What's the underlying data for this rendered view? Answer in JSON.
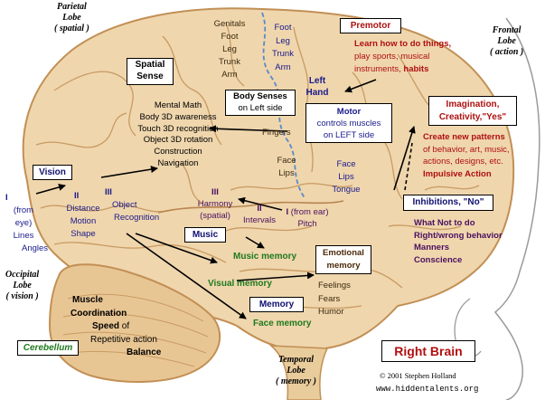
{
  "lobes": {
    "parietal": {
      "name": "Parietal",
      "name2": "Lobe",
      "role": "( spatial )"
    },
    "frontal": {
      "name": "Frontal",
      "name2": "Lobe",
      "role": "( action )"
    },
    "occipital": {
      "name": "Occipital",
      "name2": "Lobe",
      "role": "( vision )"
    },
    "temporal": {
      "name": "Temporal",
      "name2": "Lobe",
      "role": "( memory )"
    }
  },
  "spatial_sense": {
    "line1": "Spatial",
    "line2": "Sense"
  },
  "spatial_items": [
    "Mental Math",
    "Body 3D awareness",
    "Touch 3D recognition",
    "Object 3D rotation",
    "Construction",
    "Navigation"
  ],
  "sensory_body": [
    "Genitals",
    "Foot",
    "Leg",
    "Trunk",
    "Arm"
  ],
  "motor_body": [
    "Foot",
    "Leg",
    "Trunk",
    "Arm"
  ],
  "left_hand": {
    "line1": "Left",
    "line2": "Hand"
  },
  "body_senses": {
    "title": "Body Senses",
    "subtitle": "on Left side"
  },
  "fingers": "Fingers",
  "face_lips_sensory": [
    "Face",
    "Lips"
  ],
  "motor": {
    "title": "Motor",
    "line2": "controls muscles",
    "line3": "on LEFT side"
  },
  "face_lips_motor": [
    "Face",
    "Lips",
    "Tongue"
  ],
  "premotor": {
    "title": "Premotor",
    "line1": "Learn how to do things,",
    "line2": "play sports, musical",
    "line3a": "instruments, ",
    "line3b": "habits"
  },
  "imagination": {
    "title": "Imagination,",
    "title2": "Creativity,\"Yes\""
  },
  "create_patterns": [
    "Create new patterns",
    "of behavior, art, music,",
    "actions, designs, etc."
  ],
  "impulsive": "Impulsive Action",
  "inhibitions": {
    "title": "Inhibitions, \"No\""
  },
  "inhibition_items": [
    "What Not to do",
    "Right/wrong behavior",
    "Manners",
    "Conscience"
  ],
  "vision": {
    "title": "Vision"
  },
  "vision_I": {
    "numeral": "I",
    "line1": "(from eye)",
    "line2": "Lines",
    "line3": "Angles"
  },
  "vision_II": {
    "numeral": "II",
    "line1": "Distance",
    "line2": "Motion",
    "line3": "Shape"
  },
  "vision_III": {
    "numeral": "III",
    "line1": "Object",
    "line2": "Recognition"
  },
  "audio_III": {
    "numeral": "III",
    "line1": "Harmony",
    "line2": "(spatial)"
  },
  "audio_II": {
    "numeral": "II",
    "line1": "Intervals"
  },
  "audio_I": {
    "numeral": "I",
    "line1": "(from ear)",
    "line2": "Pitch"
  },
  "music": "Music",
  "music_memory": "Music memory",
  "visual_memory": "Visual memory",
  "memory": "Memory",
  "face_memory": "Face memory",
  "emotional_memory": {
    "line1": "Emotional",
    "line2": "memory"
  },
  "emotions": [
    "Feelings",
    "Fears",
    "Humor"
  ],
  "cerebellum_label": "Cerebellum",
  "cerebellum_items": {
    "line1": "Muscle",
    "line2": "Coordination",
    "line3a": "Speed",
    "line3b": " of",
    "line4": "Repetitive action",
    "line5": "Balance"
  },
  "right_brain": "Right Brain",
  "copyright": "© 2001 Stephen Holland",
  "website": "www.hiddentalents.org",
  "colors": {
    "brain_fill": "#efd6ad",
    "brain_dark": "#d9b07a",
    "fold": "#c99a62",
    "sulcus": "#5b89c9",
    "blue_text": "#1a1a8c",
    "red_text": "#b01010",
    "green_text": "#1f7a1f"
  }
}
